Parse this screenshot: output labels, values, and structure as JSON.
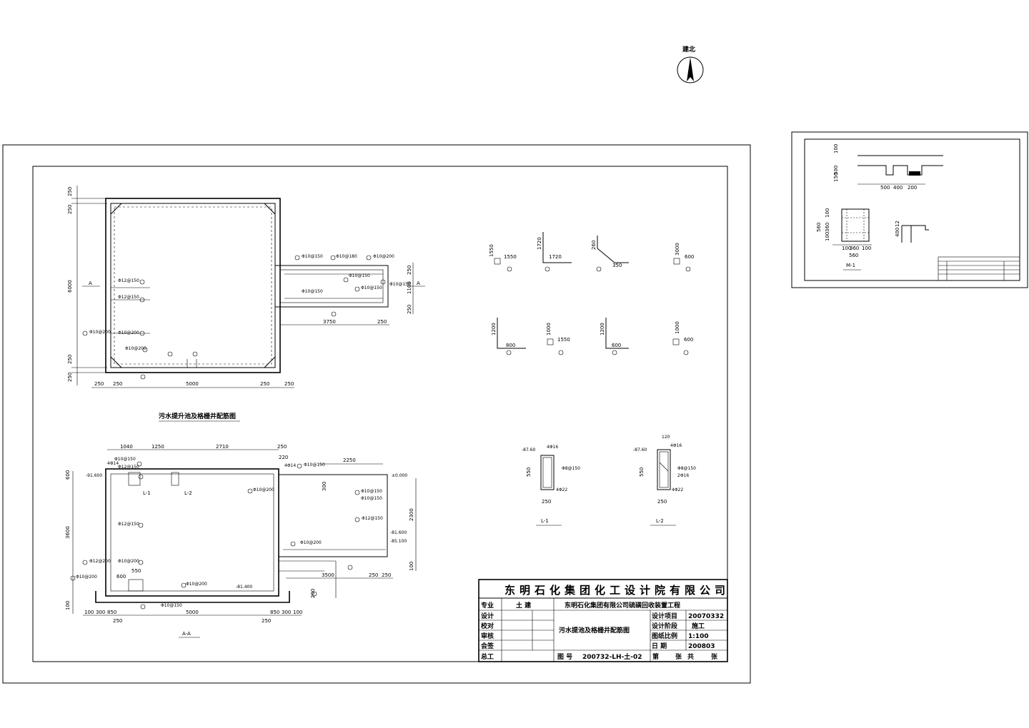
{
  "north": {
    "label": "建北"
  },
  "plan": {
    "title": "污水提升池及格栅井配筋图",
    "dims": {
      "left_v": [
        "250",
        "250",
        "6000",
        "250",
        "250"
      ],
      "bottom": [
        "250",
        "250",
        "5000",
        "250",
        "250"
      ],
      "ext_len": "3750",
      "ext_end": "250",
      "right_v": [
        "250",
        "1100",
        "250"
      ]
    },
    "section_marks": [
      "A",
      "A"
    ],
    "rebar": [
      "Φ12@150",
      "Φ12@150",
      "Φ10@200",
      "Φ10@200",
      "Φ10@200",
      "Φ10@150",
      "Φ10@180",
      "Φ10@200",
      "Φ10@150",
      "Φ10@150",
      "Φ10@150",
      "Φ10@150"
    ]
  },
  "section": {
    "title": "A-A",
    "dims": {
      "top": [
        "1040",
        "1250",
        "2710",
        "250"
      ],
      "ext_top": "2250",
      "left_v": [
        "600",
        "3600",
        "100"
      ],
      "bottom": [
        "100",
        "300",
        "850",
        "5000",
        "850",
        "300",
        "100"
      ],
      "bottom2": [
        "250",
        "250"
      ],
      "ext_bottom": [
        "3500",
        "250",
        "250"
      ],
      "right_v": [
        "300",
        "2300",
        "100",
        "200"
      ],
      "sub": [
        "600",
        "550",
        "220",
        "250"
      ]
    },
    "beam_labels": [
      "L-1",
      "L-2"
    ],
    "levels": [
      "-91.600",
      "±0.000",
      "-81.400",
      "-81.600",
      "-85.100"
    ],
    "rebar": [
      "Φ10@150",
      "Φ12@150",
      "Φ12@200",
      "Φ10@200",
      "Φ10@200",
      "Φ10@200",
      "4Φ14",
      "Φ12@150",
      "Φ10@150",
      "Φ10@200",
      "Φ10@150",
      "Φ10@150",
      "Φ10@150",
      "Φ12@150",
      "Φ10@200",
      "4Φ14"
    ]
  },
  "bars": [
    {
      "dims": [
        "1550",
        "1550"
      ],
      "shape": "straight"
    },
    {
      "dims": [
        "1720",
        "1720"
      ],
      "shape": "L"
    },
    {
      "dims": [
        "260",
        "350"
      ],
      "shape": "bent"
    },
    {
      "dims": [
        "3000",
        "600"
      ],
      "shape": "straight"
    },
    {
      "dims": [
        "1200",
        "800"
      ],
      "shape": "L"
    },
    {
      "dims": [
        "1000",
        "1550"
      ],
      "shape": "straight"
    },
    {
      "dims": [
        "1200",
        "600"
      ],
      "shape": "L"
    },
    {
      "dims": [
        "1000",
        "600"
      ],
      "shape": "straight"
    }
  ],
  "beams": [
    {
      "name": "L-1",
      "height": "550",
      "width": "250",
      "top": "4Φ16",
      "stirrup": "Φ8@150",
      "bottom": "4Φ22",
      "level": "-87.60"
    },
    {
      "name": "L-2",
      "height": "550",
      "width": "250",
      "top": "4Φ16",
      "stirrup": "Φ8@150",
      "bottom": "4Φ22",
      "extra": "2Φ16",
      "level": "-87.60",
      "top_dim": "120"
    }
  ],
  "title_block": {
    "company": "东明石化集团化工设计院有限公司",
    "project": "东明石化集团有限公司硫磺回收装置工程",
    "drawing": "污水提池及格栅井配筋图",
    "specialty_label": "专业",
    "specialty_value": "土 建",
    "roles": [
      "设计",
      "校对",
      "审核",
      "会签",
      "总工"
    ],
    "fields": [
      {
        "k": "设计项目",
        "v": "20070332"
      },
      {
        "k": "设计阶段",
        "v": "施工"
      },
      {
        "k": "图纸比例",
        "v": "1:100"
      },
      {
        "k": "日 期",
        "v": "200803"
      }
    ],
    "drawing_no_label": "图 号",
    "drawing_no": "200732-LH-土-02",
    "sheet": [
      "第",
      "张",
      "共",
      "张"
    ]
  },
  "detail": {
    "top_dims": [
      "500",
      "400",
      "200"
    ],
    "top_v": [
      "100",
      "500",
      "150"
    ],
    "m1_dims": [
      "100",
      "360",
      "100"
    ],
    "m1_total": "560",
    "m1_v": [
      "100",
      "360",
      "100"
    ],
    "m1_v_total": "560",
    "side_dims": [
      "400",
      "12"
    ],
    "label": "M-1"
  }
}
